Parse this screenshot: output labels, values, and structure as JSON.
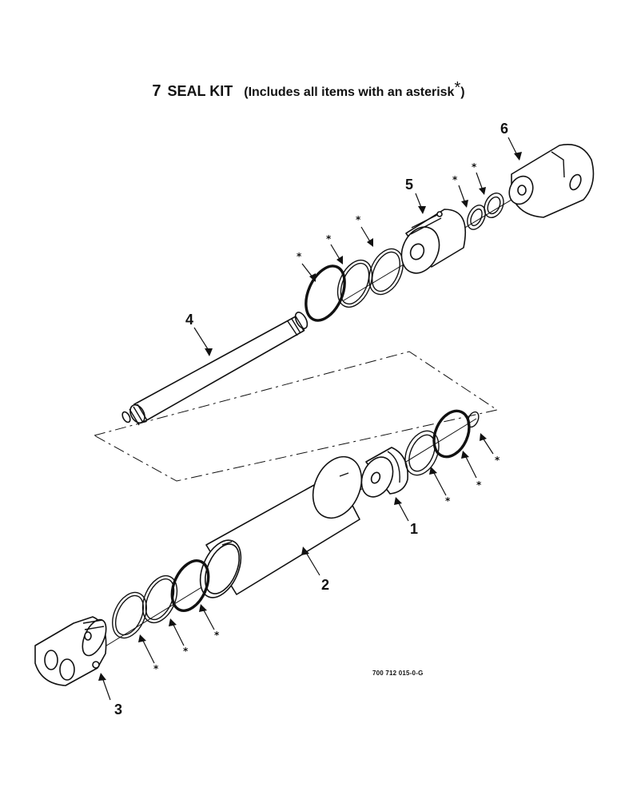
{
  "title": {
    "number": "7",
    "kit": "SEAL KIT",
    "note": "(Includes all items with an asterisk",
    "asterisk": "*",
    "close": ")"
  },
  "callouts": {
    "part1": "1",
    "part2": "2",
    "part3": "3",
    "part4": "4",
    "part5": "5",
    "part6": "6"
  },
  "seal_marker": "*",
  "drawing_code": "700 712 015-0-G"
}
